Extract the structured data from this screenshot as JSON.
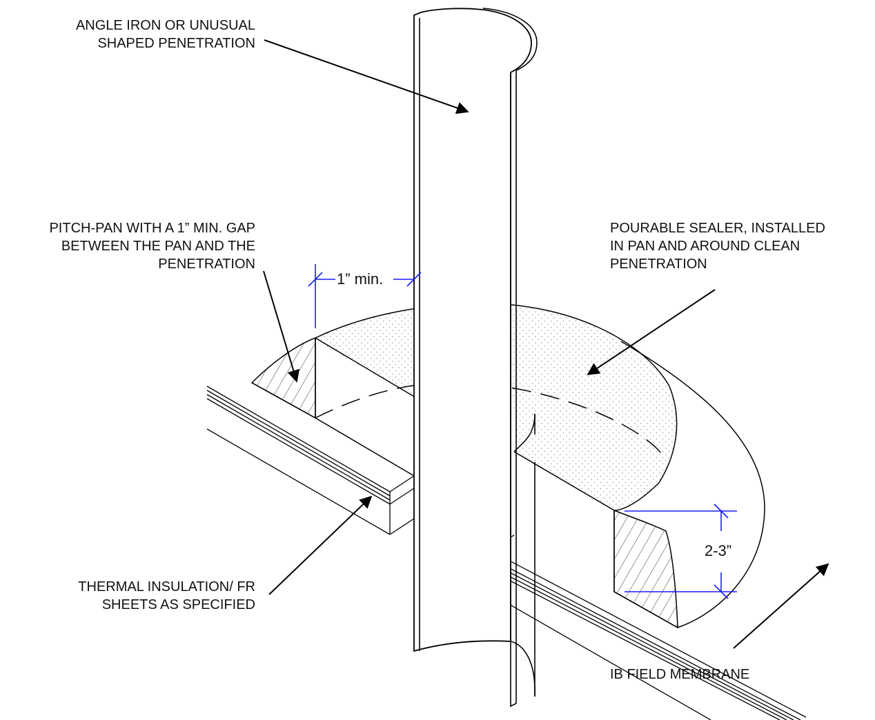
{
  "labels": {
    "angle_iron": [
      "ANGLE IRON OR UNUSUAL",
      "SHAPED PENETRATION"
    ],
    "pitch_pan": [
      "PITCH-PAN WITH A 1” MIN. GAP",
      "BETWEEN THE PAN AND THE",
      "PENETRATION"
    ],
    "sealer": [
      "POURABLE SEALER, INSTALLED",
      "IN PAN AND AROUND CLEAN",
      "PENETRATION"
    ],
    "insulation": [
      "THERMAL INSULATION/ FR",
      "SHEETS AS SPECIFIED"
    ],
    "membrane": "IB FIELD MEMBRANE"
  },
  "dimensions": {
    "gap": "1” min.",
    "height": "2-3”"
  },
  "colors": {
    "line": "#000000",
    "dimension": "#1a1aff",
    "hatch": "#555555",
    "stipple": "#9a9a9a"
  }
}
